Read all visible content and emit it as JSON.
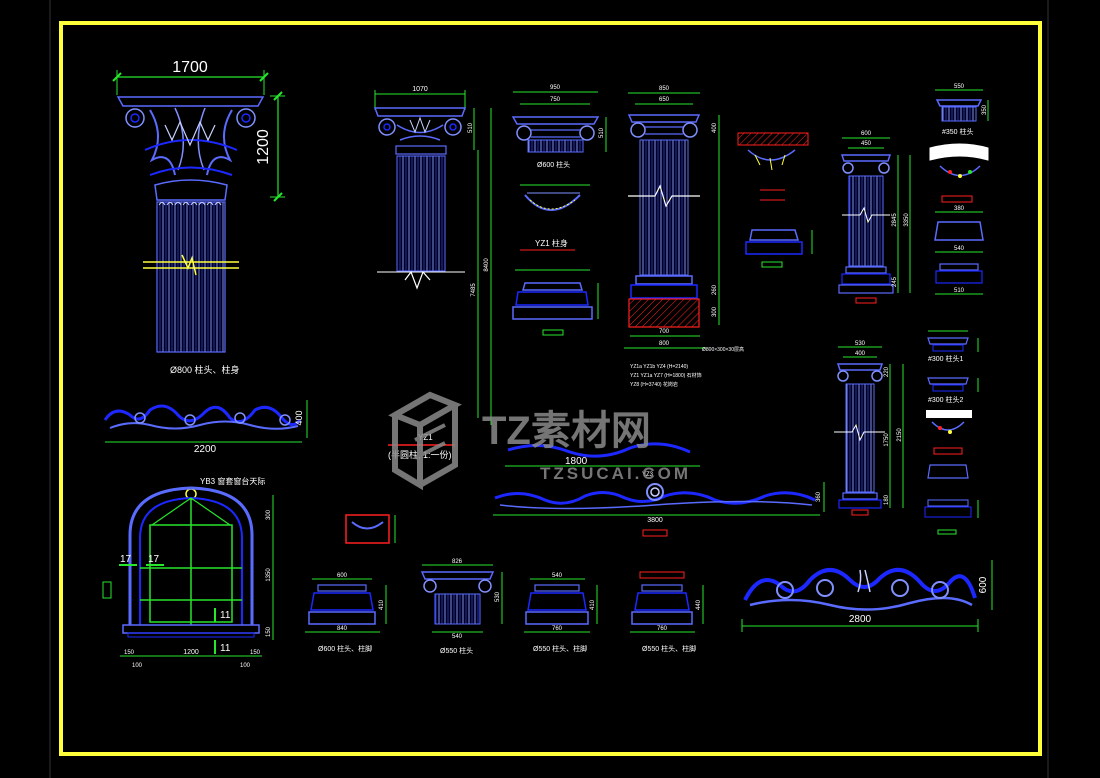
{
  "colors": {
    "background": "#000000",
    "frame": "#ffff3a",
    "outline": "#1c28ff",
    "detail": "#5a6bff",
    "light": "#c8d0ff",
    "dimension": "#27e62c",
    "text": "#ffffff",
    "red": "#ff2020",
    "watermark": "#8a8a8a"
  },
  "dims": {
    "d1700": "1700",
    "d1200": "1200",
    "d400": "400",
    "d2200": "2200",
    "d1070": "1070",
    "d510": "510",
    "d7485": "7485",
    "d8400": "8400",
    "d950": "950",
    "d750": "750",
    "d510b": "510",
    "d850": "850",
    "d650": "650",
    "d400b": "400",
    "d700": "700",
    "d800": "800",
    "d260": "260",
    "d300": "300",
    "d1800": "1800",
    "d3800": "3800",
    "d360": "360",
    "d600": "600",
    "d450": "450",
    "d2845": "2845",
    "d3350": "3350",
    "d245": "245",
    "d550": "550",
    "d350": "350",
    "d380": "380",
    "d540": "540",
    "d510c": "510",
    "d530": "530",
    "d400c": "400",
    "d220": "220",
    "d1750": "1750",
    "d2150": "2150",
    "d180": "180",
    "d600b": "600",
    "d840": "840",
    "d410": "410",
    "d826": "826",
    "d540b": "540",
    "d530b": "530",
    "d540c": "540",
    "d760": "760",
    "d410b": "410",
    "d440": "440",
    "d760b": "760",
    "d2800": "2800",
    "d600c": "600",
    "w17a": "17",
    "w17b": "17",
    "w11a": "11",
    "w11b": "11",
    "w150a": "150",
    "w1200": "1200",
    "w150b": "150",
    "w100a": "100",
    "w100b": "100",
    "w300": "300",
    "w1350": "1350",
    "w150c": "150"
  },
  "labels": {
    "c800": "Ø800 柱头、柱身",
    "c600": "Ø600 柱头",
    "yz1body": "YZ1 柱身",
    "yz1": "YZ1",
    "halfcol": "(半圆柱, 1:一份)",
    "c350": "#350 柱头",
    "c300_1": "#300 柱头1",
    "c300_2": "#300 柱头2",
    "b600": "Ø600 柱头、柱脚",
    "b550": "Ø550 柱头",
    "b550b": "Ø550 柱头、柱脚",
    "b550c": "Ø550 柱头、柱脚",
    "arch": "YB3 窗套窗台天际",
    "note1": "YZ1a YZ1b YZ4 (H=2140)",
    "note2": "YZ1 YZ1a YZ7 (H=1800) 石材饰",
    "note3": "YZ8 (H=3740) 花岗岩",
    "redtag": "Ø800×300×30层高",
    "yz3": "YZ3"
  },
  "watermark": {
    "brand": "TZ素材网",
    "url": "TZSUCAI.COM"
  }
}
